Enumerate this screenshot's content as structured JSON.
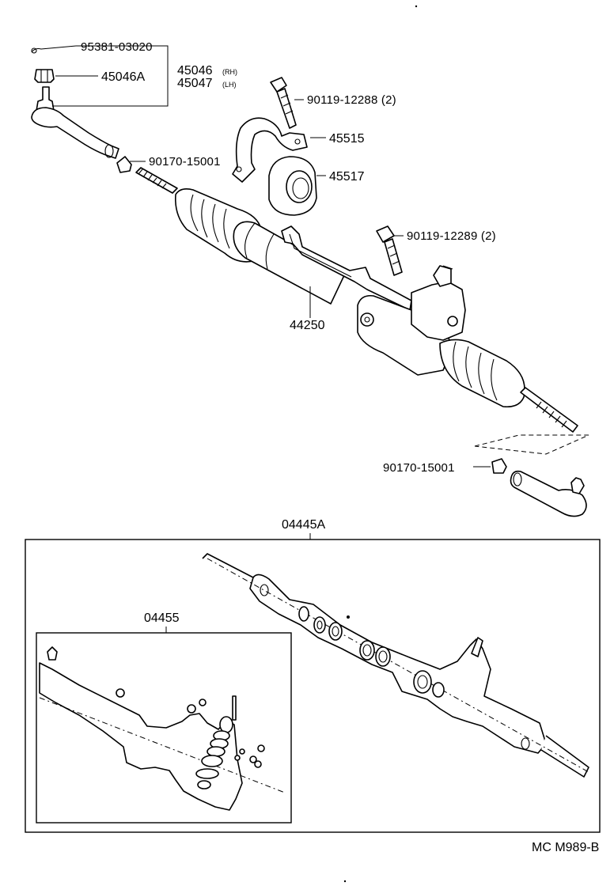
{
  "parts": {
    "cotter_pin": "95381-03020",
    "nut": "45046A",
    "tie_rod_end_rh": "45046",
    "tie_rod_end_rh_side": "(RH)",
    "tie_rod_end_lh": "45047",
    "tie_rod_end_lh_side": "(LH)",
    "bolt_upper": "90119-12288 (2)",
    "bracket": "45515",
    "bushing": "45517",
    "bolt_lower": "90119-12289 (2)",
    "lock_nut_left": "90170-15001",
    "gear_assembly": "44250",
    "lock_nut_right": "90170-15001",
    "gasket_kit": "04445A",
    "seal_kit": "04455"
  },
  "footer": {
    "code": "MC M989-B"
  }
}
